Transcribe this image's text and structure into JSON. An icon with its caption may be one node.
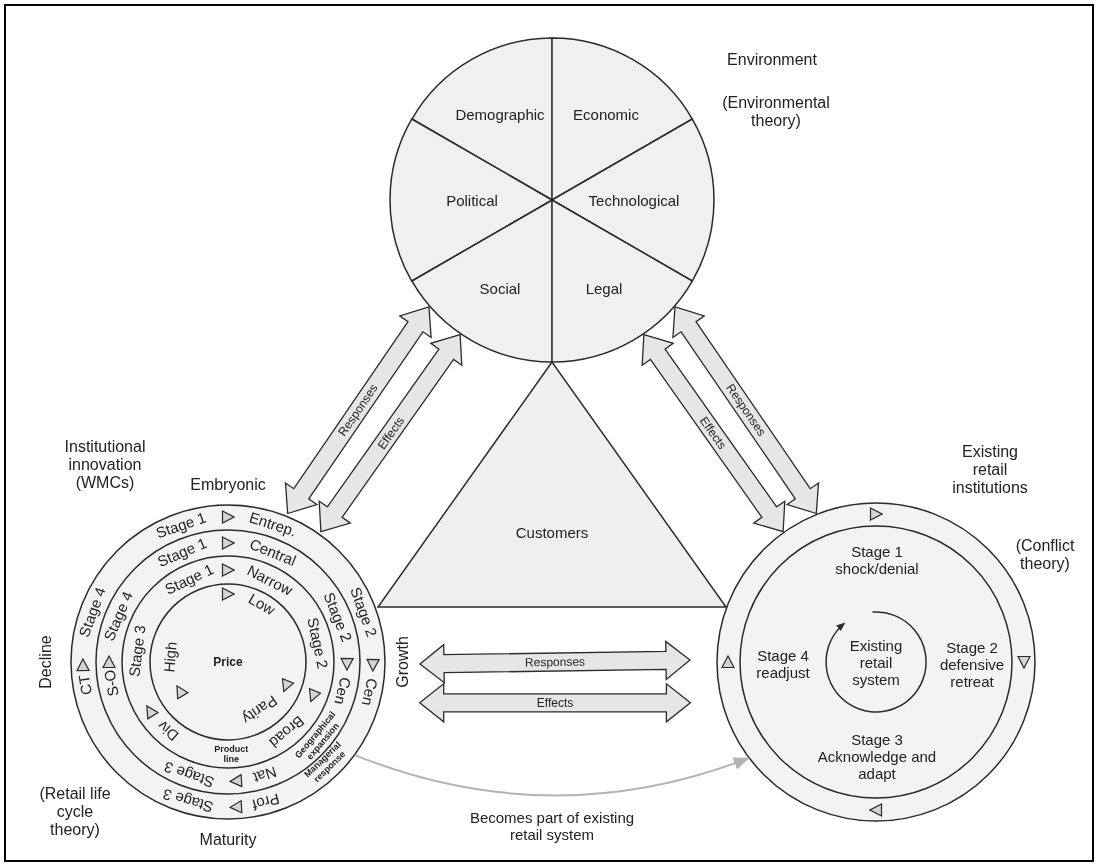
{
  "diagram": {
    "nodes": [
      {
        "text": [],
        "shape": "circle",
        "beside": [
          "Environment",
          "(Environmental theory)"
        ]
      },
      {
        "text": [
          "Demographic"
        ],
        "in": 0
      },
      {
        "text": [
          "Economic"
        ],
        "in": 0
      },
      {
        "text": [
          "Political"
        ],
        "in": 0
      },
      {
        "text": [
          "Technological"
        ],
        "in": 0
      },
      {
        "text": [
          "Social"
        ],
        "in": 0
      },
      {
        "text": [
          "Legal"
        ],
        "in": 0
      },
      {
        "text": [
          "Customers"
        ]
      },
      {
        "text": [],
        "shape": "circle",
        "beside": [
          "Institutional innovation (WMCs)",
          "Embryonic",
          "Growth",
          "Decline",
          "Maturity",
          "(Retail life cycle theory)"
        ]
      },
      {
        "text": [],
        "shape": "circle",
        "beside": [
          "Existing retail institutions",
          "(Conflict theory)"
        ]
      }
    ],
    "edges": [
      {
        "from": 8,
        "to": 0,
        "arrow": "both",
        "label": "Responses",
        "style": "thick"
      },
      {
        "from": 8,
        "to": 0,
        "arrow": "both",
        "label": "Effects",
        "style": "thick"
      },
      {
        "from": 9,
        "to": 0,
        "arrow": "both",
        "label": "Effects",
        "style": "thick"
      },
      {
        "from": 9,
        "to": 0,
        "arrow": "both",
        "label": "Responses",
        "style": "thick"
      },
      {
        "from": 8,
        "to": 9,
        "arrow": "both",
        "label": "Responses",
        "style": "thick"
      },
      {
        "from": 8,
        "to": 9,
        "arrow": "both",
        "label": "Effects",
        "style": "thick"
      },
      {
        "from": 8,
        "to": 9,
        "arrow": "to",
        "label": "Becomes part of existing retail system",
        "color": "#b3b3b3"
      }
    ],
    "labels": [
      "Stage 1",
      "Entrep.",
      "Stage 2",
      "Cen",
      "Managerial response",
      "Stage 3",
      "Prof",
      "CT",
      "Stage 4",
      "Stage 1",
      "Central",
      "Stage 2",
      "Cen",
      "Geographical expansion",
      "Stage 3",
      "Nat",
      "S-O",
      "Stage 4",
      "Stage 1",
      "Narrow",
      "Stage 2",
      "Broad",
      "Product line",
      "Div",
      "Stage 3",
      "Low",
      "Parity",
      "High",
      "Price",
      "Stage 1 shock/denial",
      "Stage 4 readjust",
      "Existing retail system",
      "Stage 2 defensive retreat",
      "Stage 3 Acknowledge and adapt"
    ]
  }
}
